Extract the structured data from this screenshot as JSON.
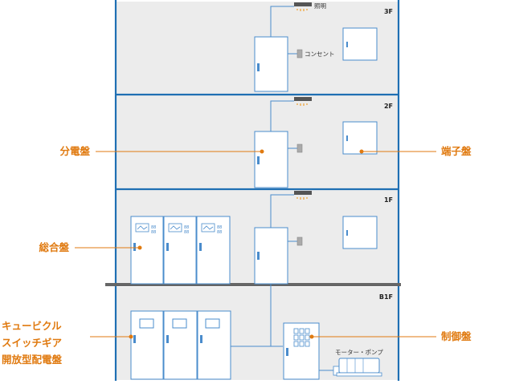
{
  "floors": [
    {
      "id": "3F",
      "label": "3F"
    },
    {
      "id": "2F",
      "label": "2F"
    },
    {
      "id": "1F",
      "label": "1F"
    },
    {
      "id": "B1F",
      "label": "B1F"
    }
  ],
  "device_labels": {
    "lighting": "照明",
    "outlet": "コンセント",
    "motor_pump": "モーター・ポンプ"
  },
  "callouts": {
    "distribution_board": "分電盤",
    "terminal_board": "端子盤",
    "general_board": "総合盤",
    "cubicle_lines": [
      "キュービクル",
      "スイッチギア",
      "開放型配電盤"
    ],
    "control_board": "制御盤"
  },
  "colors": {
    "building_outline": "#1f6fb3",
    "floor_fill": "#ececec",
    "equipment_fill": "#ffffff",
    "equipment_stroke": "#4a8ccc",
    "callout": "#e07a10",
    "ground_slab": "#666666",
    "light_fixture": "#555555",
    "light_glow": "#f0a030"
  },
  "icons": [
    "light-fixture-icon",
    "outlet-icon",
    "motor-pump-icon",
    "meter-icon"
  ]
}
